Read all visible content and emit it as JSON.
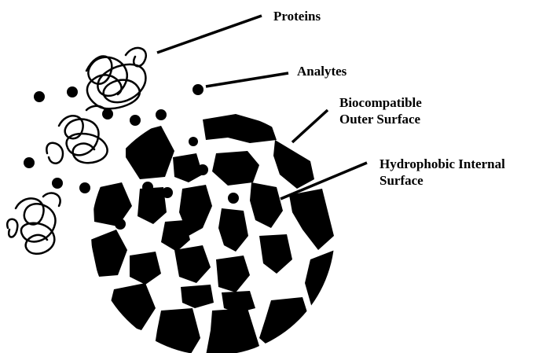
{
  "labels": {
    "proteins": "Proteins",
    "analytes": "Analytes",
    "outer_surface": {
      "line1": "Biocompatible",
      "line2": "Outer Surface"
    },
    "internal_surface": {
      "line1": "Hydrophobic Internal",
      "line2": "Surface"
    }
  }
}
